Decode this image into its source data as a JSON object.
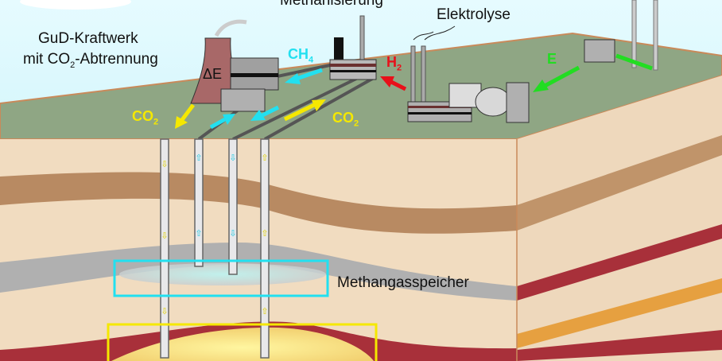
{
  "labels": {
    "methanation": "Methanisierung",
    "electrolysis": "Elektrolyse",
    "plant_line1": "GuD-Kraftwerk",
    "plant_line2_pre": "mit CO",
    "plant_line2_sub": "2",
    "plant_line2_post": "-Abtrennung",
    "delta_e": "ΔE",
    "storage": "Methangasspeicher"
  },
  "flows": {
    "ch4": {
      "main": "CH",
      "sub": "4"
    },
    "h2": {
      "main": "H",
      "sub": "2"
    },
    "e": {
      "main": "E"
    },
    "co2_left": {
      "main": "CO",
      "sub": "2"
    },
    "co2_right": {
      "main": "CO",
      "sub": "2"
    }
  },
  "colors": {
    "ch4": "#22e0f0",
    "co2": "#f5e800",
    "h2": "#e8101a",
    "e": "#22dd22",
    "sky": "#c8f2f8",
    "ground": "#8aa57f"
  }
}
